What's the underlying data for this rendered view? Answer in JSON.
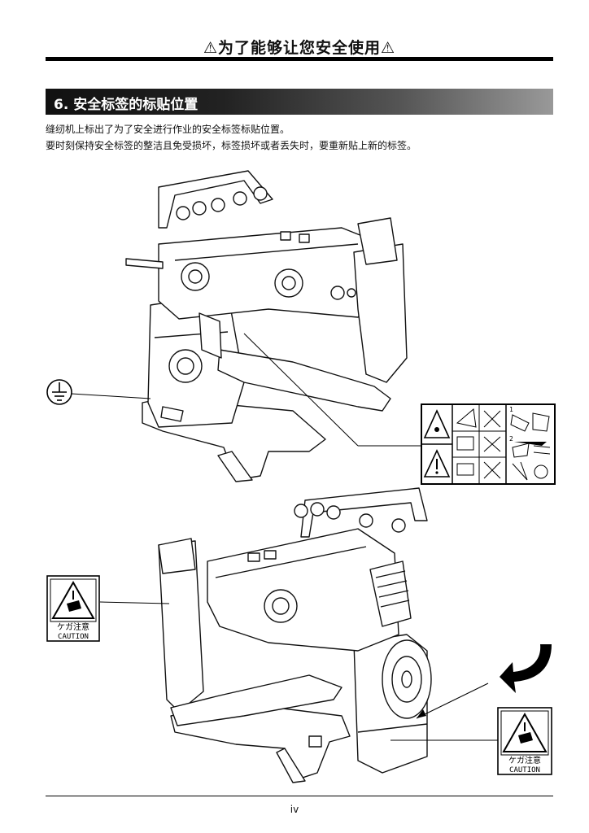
{
  "header": {
    "title": "⚠为了能够让您安全使用⚠"
  },
  "section": {
    "title": "6. 安全标签的标贴位置"
  },
  "body": {
    "line1": "缝纫机上标出了为了安全进行作业的安全标签标贴位置。",
    "line2": "要时刻保持安全标签的整洁且免受损坏，标签损坏或者丢失时，要重新贴上新的标签。"
  },
  "caution_label": {
    "jp_text": "ケガ注意",
    "en_text": "CAUTION"
  },
  "warning_panel": {
    "step1": "1",
    "step2": "2"
  },
  "footer": {
    "page_number": "iv"
  }
}
